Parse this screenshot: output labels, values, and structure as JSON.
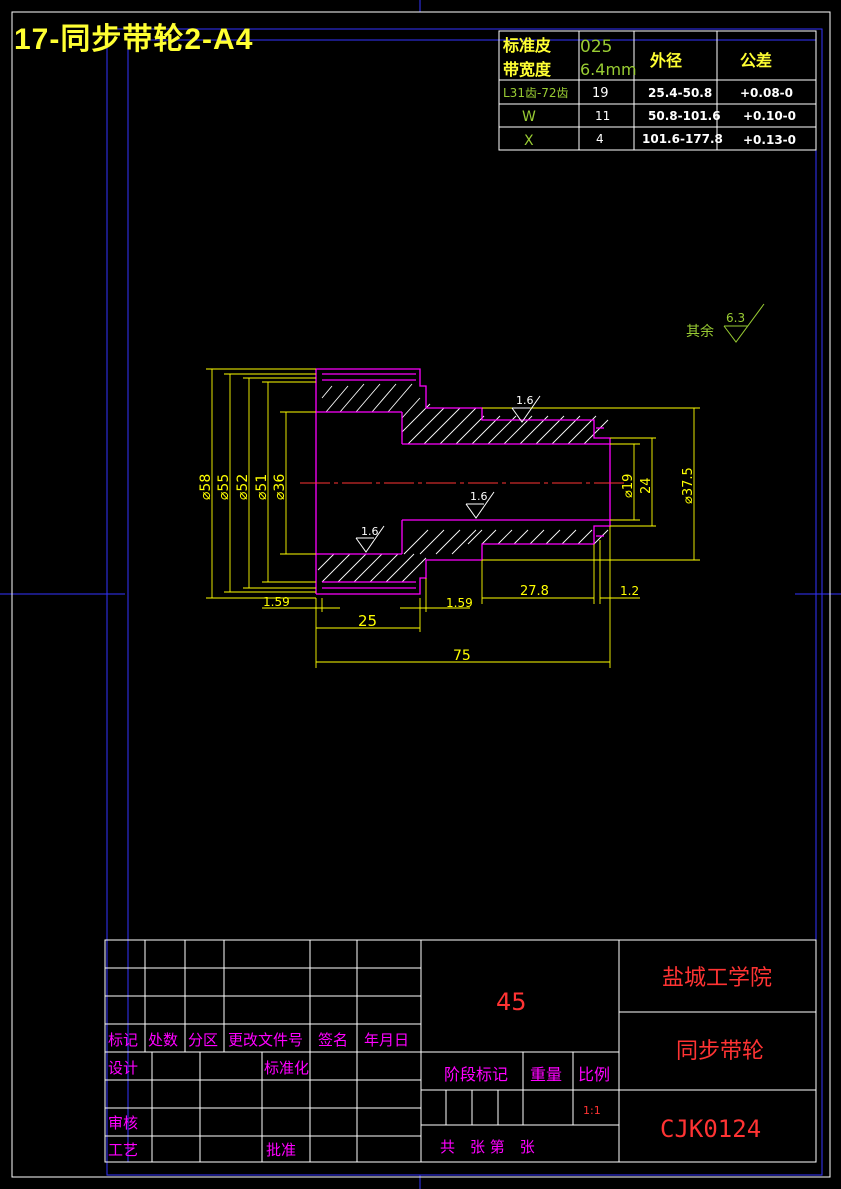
{
  "title": "17-同步带轮2-A4",
  "spec_table": {
    "header_label_1": "标准皮",
    "header_label_2": "带宽度",
    "pitch_code": "025",
    "belt_width": "6.4mm",
    "col_outer_dia": "外径",
    "col_tolerance": "公差",
    "rows": [
      {
        "type": "L31齿-72齿",
        "count": "19",
        "range": "25.4-50.8",
        "tol": "+0.08-0"
      },
      {
        "type": "W",
        "count": "11",
        "range": "50.8-101.6",
        "tol": "+0.10-0"
      },
      {
        "type": "X",
        "count": "4",
        "range": "101.6-177.8",
        "tol": "+0.13-0"
      }
    ]
  },
  "roughness": {
    "rest_label": "其余",
    "rest_value": "6.3",
    "marks": [
      "1.6",
      "1.6",
      "1.6"
    ]
  },
  "dimensions": {
    "left_dias": [
      "⌀58",
      "⌀55",
      "⌀52",
      "⌀51",
      "⌀36"
    ],
    "right_dias": [
      "⌀19",
      "24",
      "⌀37.5"
    ],
    "bottom": [
      "1.59",
      "25",
      "1.59",
      "27.8",
      "1.2",
      "75"
    ]
  },
  "title_block": {
    "material": "45",
    "school": "盐城工学院",
    "part_name": "同步带轮",
    "drawing_no": "CJK0124",
    "row_labels": {
      "mark": "标记",
      "count": "处数",
      "zone": "分区",
      "doc": "更改文件号",
      "sign": "签名",
      "date": "年月日"
    },
    "design": "设计",
    "standardize": "标准化",
    "review": "审核",
    "process": "工艺",
    "approve": "批准",
    "stage_mark": "阶段标记",
    "weight": "重量",
    "scale_label": "比例",
    "scale_value": "1:1",
    "sheet_info": "共　张 第　张"
  },
  "colors": {
    "frame": "#ffffff",
    "border_blue": "#3333ff",
    "outline": "#ff00ff",
    "dimension": "#ffff00",
    "hatch": "#ffffff",
    "center": "#ff0000",
    "label_green": "#99cc33",
    "label_magenta": "#ff00ff",
    "label_red": "#ff3333",
    "title_yellow": "#ffff33"
  }
}
